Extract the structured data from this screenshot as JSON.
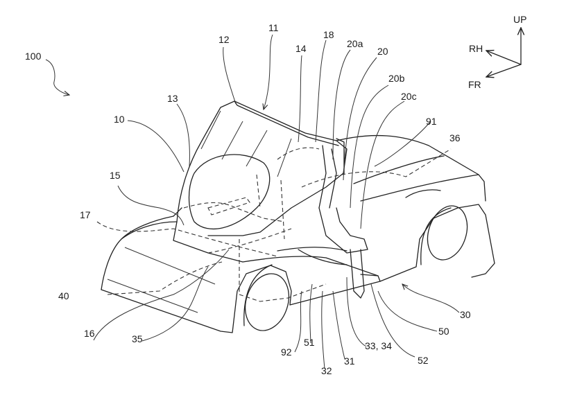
{
  "figure": {
    "type": "patent-drawing",
    "subject": "vehicle perspective view with opening canopy"
  },
  "orientation": {
    "up": "UP",
    "right": "RH",
    "front": "FR"
  },
  "labels": {
    "l100": "100",
    "l10": "10",
    "l11": "11",
    "l12": "12",
    "l13": "13",
    "l14": "14",
    "l15": "15",
    "l16": "16",
    "l17": "17",
    "l18": "18",
    "l20": "20",
    "l20a": "20a",
    "l20b": "20b",
    "l20c": "20c",
    "l30": "30",
    "l31": "31",
    "l32": "32",
    "l3334": "33, 34",
    "l35": "35",
    "l36": "36",
    "l40": "40",
    "l50": "50",
    "l51": "51",
    "l52": "52",
    "l91": "91",
    "l92": "92"
  }
}
